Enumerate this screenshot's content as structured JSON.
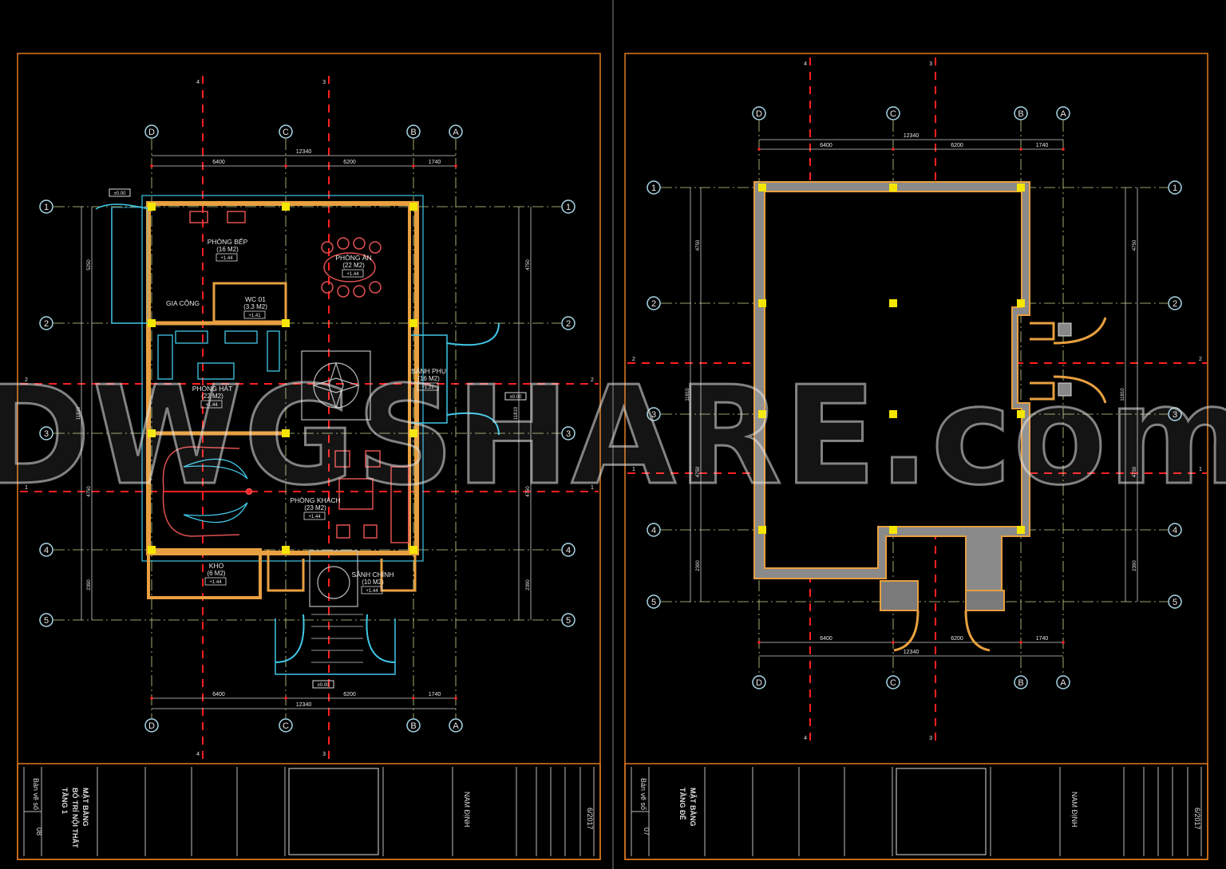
{
  "colors": {
    "background": "#000000",
    "frame": "#e07a1f",
    "wall": "#e8a040",
    "wall_fill": "#9a9a9a",
    "column": "#f5e600",
    "grid": "#c8d88a",
    "axis_red": "#ff2020",
    "furniture_red": "#e05050",
    "cyan": "#40c8e8",
    "dimension": "#d0d0d0"
  },
  "watermark": "DWGSHARE.com",
  "sheets": [
    {
      "grid_columns": [
        "D",
        "C",
        "B",
        "A"
      ],
      "grid_rows": [
        "1",
        "2",
        "3",
        "4",
        "5"
      ],
      "red_axes_vertical": [
        "4",
        "3"
      ],
      "red_axes_horizontal": [
        "2",
        "1"
      ],
      "dimensions": {
        "total": "12340",
        "spans": [
          "6400",
          "6200",
          "1740"
        ],
        "left_side": [
          "5250",
          "11810",
          "4750",
          "2390"
        ],
        "right_side": [
          "4750",
          "11810",
          "4750",
          "2390"
        ]
      },
      "rooms": [
        {
          "name": "PHÒNG BẾP",
          "area": "(16 M2)",
          "level": "+1.44"
        },
        {
          "name": "PHÒNG ĂN",
          "area": "(22 M2)",
          "level": "+1.44"
        },
        {
          "name": "GIA CÔNG",
          "area": "",
          "level": ""
        },
        {
          "name": "WC 01",
          "area": "(3.3 M2)",
          "level": "+1.41"
        },
        {
          "name": "PHÒNG HÁT",
          "area": "(22 M2)",
          "level": "+1.44"
        },
        {
          "name": "SẢNH PHỤ",
          "area": "(16 M2)",
          "level": "+1.21"
        },
        {
          "name": "PHÒNG KHÁCH",
          "area": "(23 M2)",
          "level": "+1.44"
        },
        {
          "name": "KHO",
          "area": "(6 M2)",
          "level": "+1.44"
        },
        {
          "name": "SẢNH CHÍNH",
          "area": "(10 M2)",
          "level": "+1.44"
        }
      ],
      "level_tags": [
        "±0.00",
        "±0.00",
        "±0.00"
      ],
      "title_block": {
        "title_lines": [
          "MẶT BẰNG",
          "BỐ TRÍ NỘI THẤT",
          "TẦNG 1"
        ],
        "sheet_no": "08",
        "sheet_label": "Bản vẽ số",
        "date": "6/2017",
        "company": "NAM ĐỊNH"
      }
    },
    {
      "grid_columns": [
        "D",
        "C",
        "B",
        "A"
      ],
      "grid_rows": [
        "1",
        "2",
        "3",
        "4",
        "5"
      ],
      "red_axes_vertical": [
        "4",
        "3"
      ],
      "red_axes_horizontal": [
        "2",
        "1"
      ],
      "dimensions": {
        "total": "12340",
        "spans": [
          "6400",
          "6200",
          "1740"
        ],
        "left_side": [
          "4750",
          "11810",
          "4750",
          "2390"
        ],
        "right_side": [
          "4750",
          "11810",
          "4750",
          "2390"
        ]
      },
      "rooms": [],
      "title_block": {
        "title_lines": [
          "MẶT BẰNG",
          "TẦNG ĐẾ"
        ],
        "sheet_no": "07",
        "sheet_label": "Bản vẽ số",
        "date": "6/2017",
        "company": "NAM ĐỊNH"
      }
    }
  ]
}
